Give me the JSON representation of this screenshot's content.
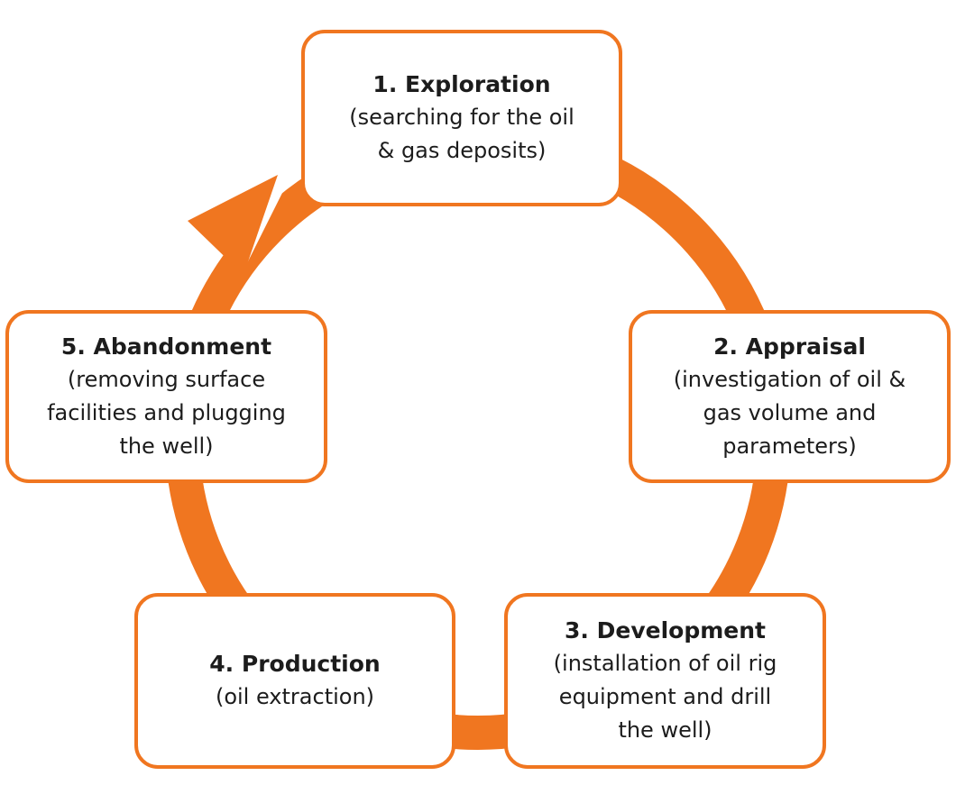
{
  "colors": {
    "accent": "#f07620",
    "text": "#1c1c1c",
    "background": "#ffffff"
  },
  "stages": [
    {
      "title": "1. Exploration",
      "description": "(searching for the oil\n& gas deposits)"
    },
    {
      "title": "2. Appraisal",
      "description": "(investigation of oil &\ngas volume and\nparameters)"
    },
    {
      "title": "3. Development",
      "description": "(installation of oil rig\nequipment and drill\nthe well)"
    },
    {
      "title": "4. Production",
      "description": "(oil extraction)"
    },
    {
      "title": "5. Abandonment",
      "description": "(removing surface\nfacilities and plugging\nthe well)"
    }
  ]
}
